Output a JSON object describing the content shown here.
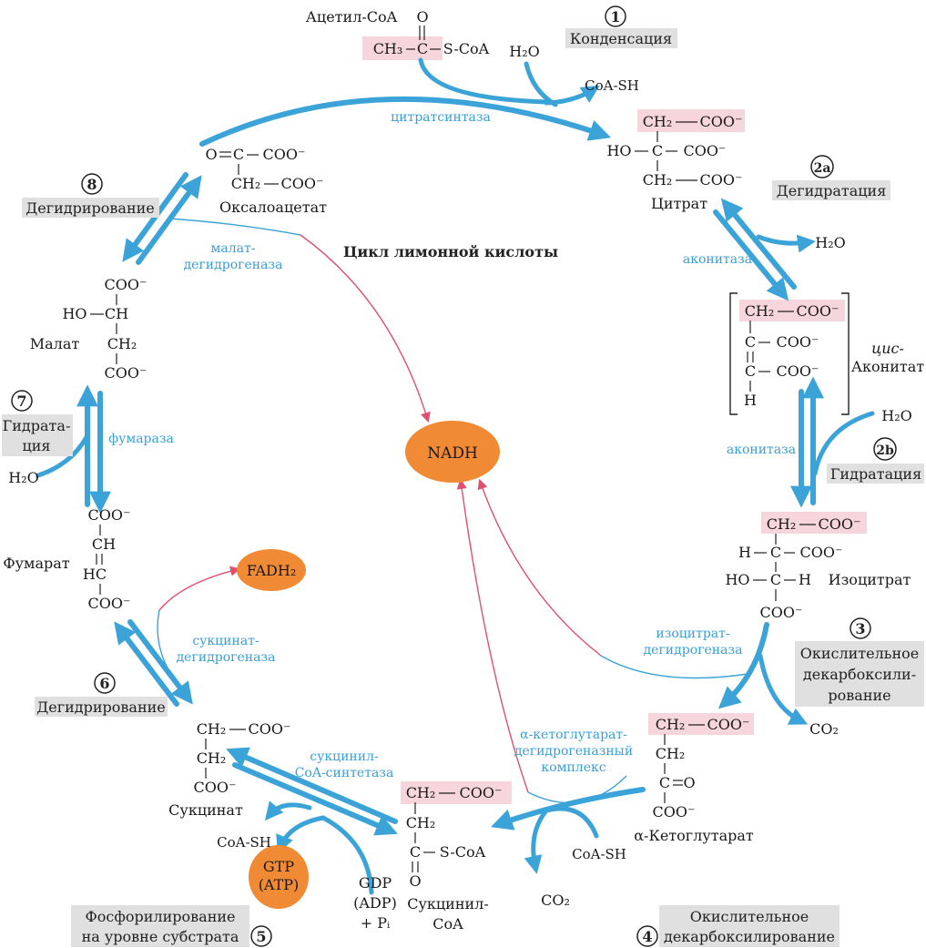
{
  "title": "Цикл лимонной кислоты",
  "colors": {
    "arrow": "#3ba3d8",
    "highlight": "#f6d5dc",
    "step_box": "#e0e0e0",
    "cofactor": "#f08a35",
    "nadh_arrow": "#e0506e",
    "enzyme_text": "#3a9fd5"
  },
  "steps": [
    {
      "num": "1",
      "name": "Конденсация"
    },
    {
      "num": "2a",
      "name": "Дегидратация"
    },
    {
      "num": "2b",
      "name": "Гидратация"
    },
    {
      "num": "3",
      "name": "Окислительное|декарбоксили-|рование"
    },
    {
      "num": "4",
      "name": "Окислительное|декарбоксилирование"
    },
    {
      "num": "5",
      "name": "Фосфорилирование|на уровне субстрата"
    },
    {
      "num": "6",
      "name": "Дегидрирование"
    },
    {
      "num": "7",
      "name": "Гидрата-|ция"
    },
    {
      "num": "8",
      "name": "Дегидрирование"
    }
  ],
  "enzymes": {
    "citrate_synthase": "цитратсинтаза",
    "aconitase_1": "аконитаза",
    "aconitase_2": "аконитаза",
    "isocitrate_dh": "изоцитрат-|дегидрогеназа",
    "akg_dh": "α-кетоглутарат-|дегидрогеназный|комплекс",
    "succinyl_coa_synthetase": "сукцинил-|CoA-синтетаза",
    "succinate_dh": "сукцинат-|дегидрогеназа",
    "fumarase": "фумараза",
    "malate_dh": "малат-|дегидрогеназа"
  },
  "compounds": {
    "acetyl_coa": {
      "name": "Ацетил-CoA"
    },
    "citrate": {
      "name": "Цитрат"
    },
    "cis_aconitate": {
      "name_italic": "цис-",
      "name": "Аконитат"
    },
    "isocitrate": {
      "name": "Изоцитрат"
    },
    "akg": {
      "name": "α-Кетоглутарат"
    },
    "succinyl_coa": {
      "name": "Сукцинил-|CoA"
    },
    "succinate": {
      "name": "Сукцинат"
    },
    "fumarate": {
      "name": "Фумарат"
    },
    "malate": {
      "name": "Малат"
    },
    "oxaloacetate": {
      "name": "Оксалоацетат"
    }
  },
  "cofactors": {
    "nadh": "NADH",
    "fadh2": "FADH₂",
    "gtp": "GTP|(ATP)"
  },
  "small_molecules": {
    "h2o": "H₂O",
    "co2": "CO₂",
    "coash": "CoA-SH",
    "gdp": "GDP|(ADP)|+ Pᵢ"
  },
  "groups": {
    "coo": "COO⁻",
    "ch2": "CH₂",
    "ch3": "CH₃",
    "c": "C",
    "ch": "CH",
    "hc": "HC",
    "o": "O",
    "h": "H",
    "ho": "HO",
    "scoa": "S-CoA"
  }
}
